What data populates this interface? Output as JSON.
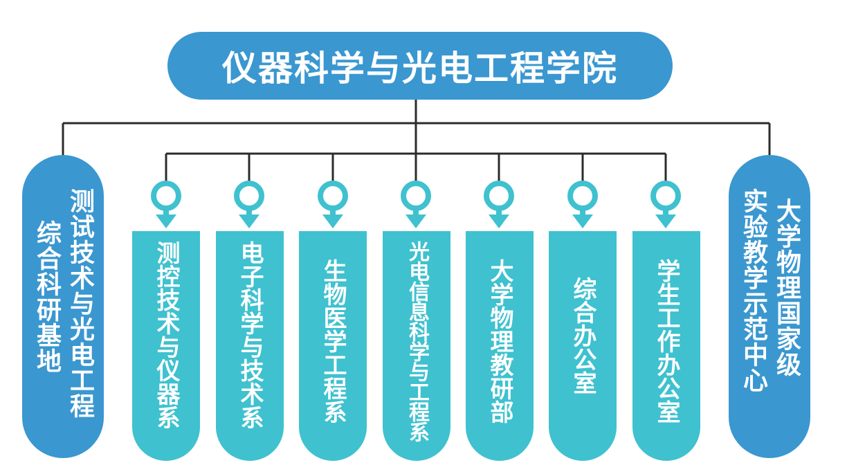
{
  "colors": {
    "primary_blue": "#3a97d0",
    "teal": "#3fc1cf",
    "connector": "#2b2b2b",
    "text": "#ffffff"
  },
  "title": "仪器科学与光电工程学院",
  "left_node": {
    "lines": [
      "测试技术与光电工程",
      "综合科研基地"
    ]
  },
  "right_node": {
    "lines": [
      "大学物理国家级",
      "实验教学示范中心"
    ]
  },
  "departments": [
    {
      "label": "测控技术与仪器系"
    },
    {
      "label": "电子科学与技术系"
    },
    {
      "label": "生物医学工程系"
    },
    {
      "label": "光电信息科学与工程系"
    },
    {
      "label": "大学物理教研部"
    },
    {
      "label": "综合办公室"
    },
    {
      "label": "学生工作办公室"
    }
  ]
}
